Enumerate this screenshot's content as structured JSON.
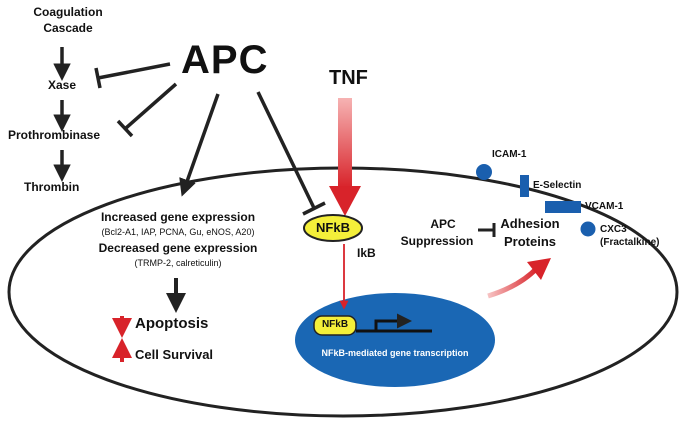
{
  "cascade": {
    "header_line1": "Coagulation",
    "header_line2": "Cascade",
    "xase": "Xase",
    "prothrombinase": "Prothrombinase",
    "thrombin": "Thrombin"
  },
  "apc_label": "APC",
  "tnf_label": "TNF",
  "gene_expression": {
    "increased_title": "Increased gene expression",
    "increased_list": "(Bcl2-A1, IAP, PCNA, Gu, eNOS, A20)",
    "decreased_title": "Decreased gene expression",
    "decreased_list": "(TRMP-2, calreticulin)"
  },
  "outcomes": {
    "apoptosis": "Apoptosis",
    "cell_survival": "Cell Survival"
  },
  "nfkb": {
    "complex_label": "NFkB",
    "ikb_label": "IkB",
    "nucleus_label": "NFkB",
    "transcription_label": "NFkB-mediated gene transcription"
  },
  "adhesion": {
    "apc_suppression_line1": "APC",
    "apc_suppression_line2": "Suppression",
    "proteins_line1": "Adhesion",
    "proteins_line2": "Proteins",
    "icam1": "ICAM-1",
    "e_selectin": "E-Selectin",
    "vcam1": "VCAM-1",
    "cxc3_line1": "CXC3",
    "cxc3_line2": "(Fractalkine)"
  },
  "colors": {
    "nucleus": "#1a67b4",
    "receptor": "#1a5fae",
    "nfkb_fill": "#f4ef3a",
    "activation_red": "#d8232a",
    "arrow_black": "#222222"
  }
}
